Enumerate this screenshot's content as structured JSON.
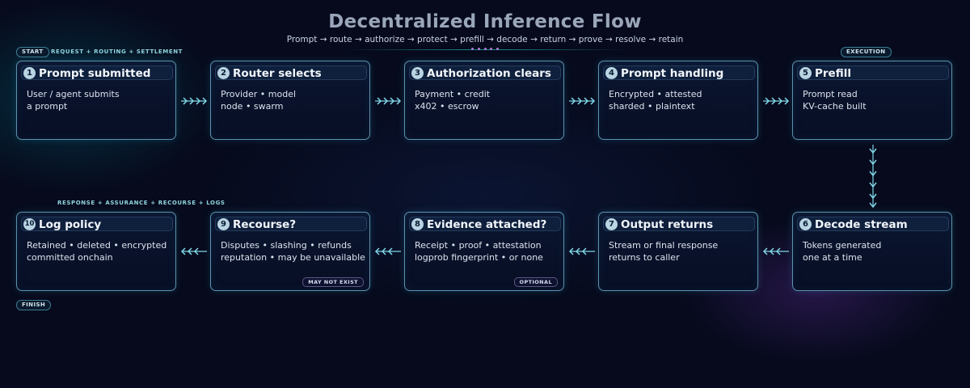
{
  "title": "Decentralized Inference Flow",
  "subtitle": "Prompt → route → authorize → protect → prefill → decode → return → prove → resolve → retain",
  "pills": {
    "start": "START",
    "execution": "EXECUTION",
    "finish": "FINISH"
  },
  "sections": {
    "top": "REQUEST + ROUTING + SETTLEMENT",
    "bottom": "RESPONSE + ASSURANCE + RECOURSE + LOGS"
  },
  "steps": [
    {
      "number": "1",
      "title": "Prompt submitted",
      "lines": [
        "User / agent submits",
        "a prompt"
      ],
      "tag": ""
    },
    {
      "number": "2",
      "title": "Router selects",
      "lines": [
        "Provider • model",
        "node • swarm"
      ],
      "tag": ""
    },
    {
      "number": "3",
      "title": "Authorization clears",
      "lines": [
        "Payment • credit",
        "x402 • escrow"
      ],
      "tag": ""
    },
    {
      "number": "4",
      "title": "Prompt handling",
      "lines": [
        "Encrypted • attested",
        "sharded • plaintext"
      ],
      "tag": ""
    },
    {
      "number": "5",
      "title": "Prefill",
      "lines": [
        "Prompt read",
        "KV-cache built"
      ],
      "tag": ""
    },
    {
      "number": "6",
      "title": "Decode stream",
      "lines": [
        "Tokens generated",
        "one at a time"
      ],
      "tag": ""
    },
    {
      "number": "7",
      "title": "Output returns",
      "lines": [
        "Stream or final response",
        "returns to caller"
      ],
      "tag": ""
    },
    {
      "number": "8",
      "title": "Evidence attached?",
      "lines": [
        "Receipt • proof • attestation",
        "logprob fingerprint • or none"
      ],
      "tag": "OPTIONAL"
    },
    {
      "number": "9",
      "title": "Recourse?",
      "lines": [
        "Disputes • slashing • refunds",
        "reputation • may be unavailable"
      ],
      "tag": "MAY NOT EXIST"
    },
    {
      "number": "10",
      "title": "Log policy",
      "lines": [
        "Retained • deleted • encrypted",
        "committed onchain"
      ],
      "tag": ""
    }
  ],
  "colors": {
    "arrow": "#7fd6e6",
    "card_border": "#5b93ad",
    "accent_purple": "#b07ad8"
  }
}
